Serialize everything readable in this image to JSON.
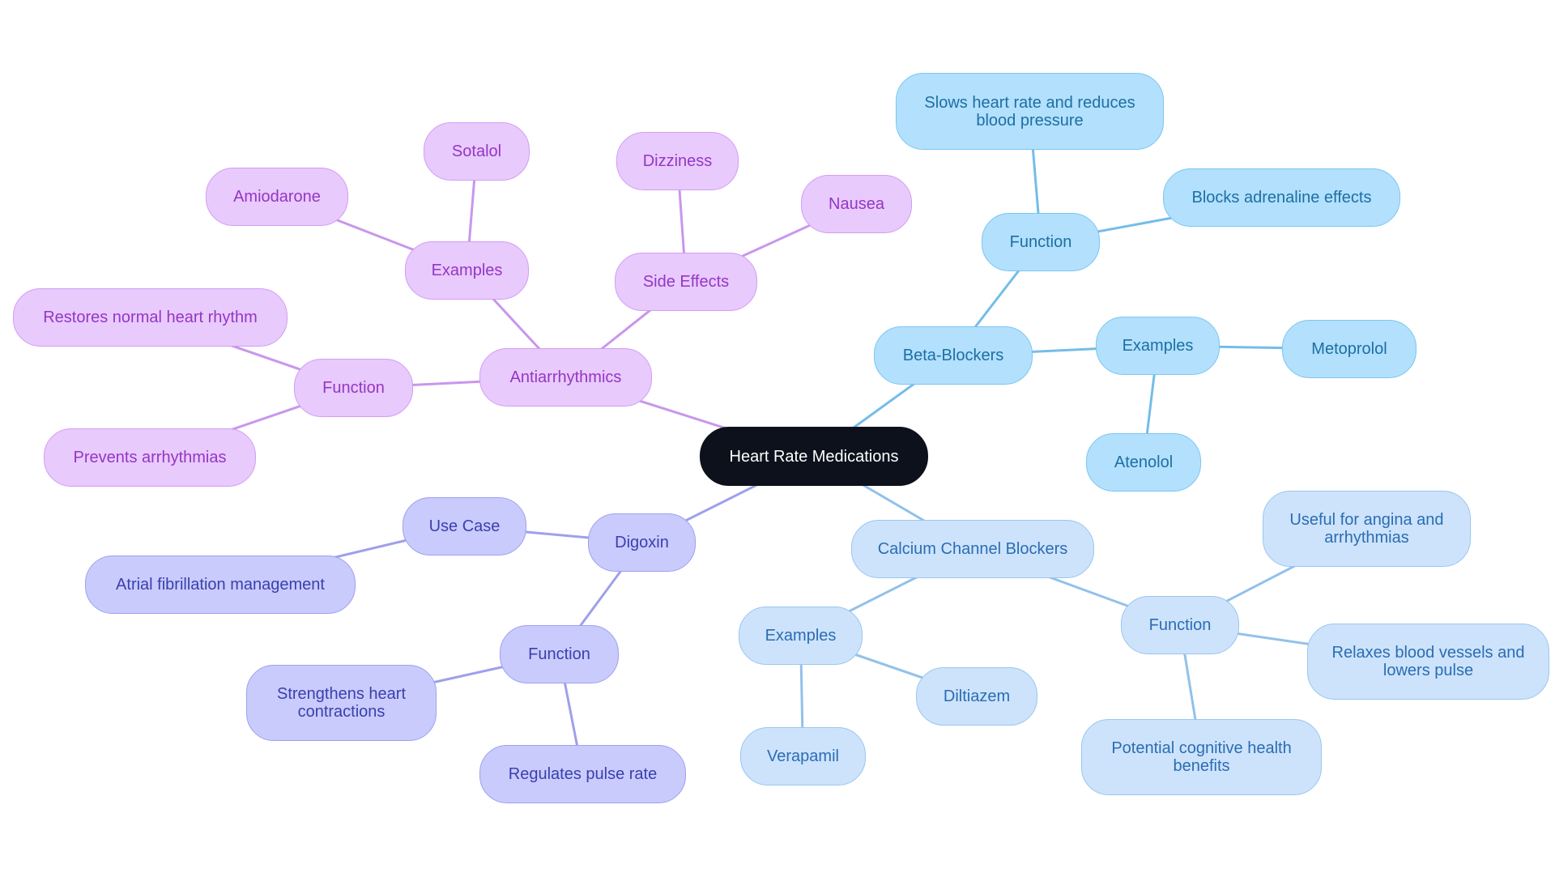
{
  "colors": {
    "root_fill": "#0d111c",
    "root_border": "#0d111c",
    "root_text": "#ffffff",
    "beta_fill": "#b2e0fd",
    "beta_border": "#7cc6ef",
    "beta_text": "#1d6fa3",
    "beta_edge": "#74bde8",
    "ccb_fill": "#cde3fb",
    "ccb_border": "#9ac6ef",
    "ccb_text": "#2a6db3",
    "ccb_edge": "#92c1ea",
    "anti_fill": "#e8cafd",
    "anti_border": "#d19df3",
    "anti_text": "#9536c4",
    "anti_edge": "#c996ec",
    "dig_fill": "#c9cbfc",
    "dig_border": "#9ea0f0",
    "dig_text": "#3a3fae",
    "dig_edge": "#9ea0ea"
  },
  "nodes": {
    "root": "Heart Rate Medications",
    "beta_blockers": "Beta-Blockers",
    "beta_function": "Function",
    "beta_function_slows": "Slows heart rate and reduces\nblood pressure",
    "beta_function_blocks": "Blocks adrenaline effects",
    "beta_examples": "Examples",
    "beta_metoprolol": "Metoprolol",
    "beta_atenolol": "Atenolol",
    "ccb": "Calcium Channel Blockers",
    "ccb_examples": "Examples",
    "ccb_diltiazem": "Diltiazem",
    "ccb_verapamil": "Verapamil",
    "ccb_function": "Function",
    "ccb_function_angina": "Useful for angina and\narrhythmias",
    "ccb_function_relaxes": "Relaxes blood vessels and\nlowers pulse",
    "ccb_function_cognitive": "Potential cognitive health\nbenefits",
    "anti": "Antiarrhythmics",
    "anti_examples": "Examples",
    "anti_sotalol": "Sotalol",
    "anti_amiodarone": "Amiodarone",
    "anti_side_effects": "Side Effects",
    "anti_dizziness": "Dizziness",
    "anti_nausea": "Nausea",
    "anti_function": "Function",
    "anti_function_restores": "Restores normal heart rhythm",
    "anti_function_prevents": "Prevents arrhythmias",
    "digoxin": "Digoxin",
    "dig_use_case": "Use Case",
    "dig_atrial": "Atrial fibrillation management",
    "dig_function": "Function",
    "dig_function_strengthens": "Strengthens heart\ncontractions",
    "dig_function_regulates": "Regulates pulse rate"
  }
}
